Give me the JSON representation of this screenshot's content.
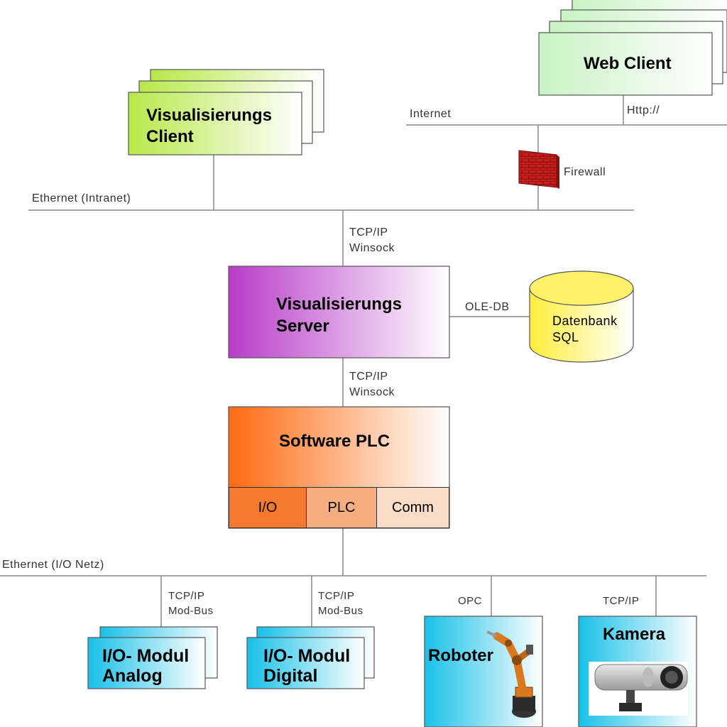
{
  "nodes": {
    "web_client": "Web Client",
    "vis_client": [
      "Visualisierungs",
      "Client"
    ],
    "vis_server": [
      "Visualisierungs",
      "Server"
    ],
    "database": [
      "Datenbank",
      "SQL"
    ],
    "software_plc": {
      "title": "Software PLC",
      "cells": [
        "I/O",
        "PLC",
        "Comm"
      ]
    },
    "io_analog": [
      "I/O- Modul",
      "Analog"
    ],
    "io_digital": [
      "I/O- Modul",
      "Digital"
    ],
    "robot": "Roboter",
    "camera": "Kamera"
  },
  "labels": {
    "internet": "Internet",
    "http": "Http://",
    "firewall": "Firewall",
    "ethernet_intranet": "Ethernet (Intranet)",
    "tcpip_winsock_1": [
      "TCP/IP",
      "Winsock"
    ],
    "ole_db": "OLE-DB",
    "tcpip_winsock_2": [
      "TCP/IP",
      "Winsock"
    ],
    "ethernet_io": "Ethernet (I/O Netz)",
    "tcpip_modbus_1": [
      "TCP/IP",
      "Mod-Bus"
    ],
    "tcpip_modbus_2": [
      "TCP/IP",
      "Mod-Bus"
    ],
    "opc": "OPC",
    "tcpip_camera": "TCP/IP"
  },
  "colors": {
    "web_client": "#c9f2c4",
    "vis_client": "#b8e84a",
    "vis_server": "#b83cc8",
    "database": "#ffee3a",
    "software_plc": "#ff6a10",
    "io_modules": "#18c0e8",
    "firewall": "#c81e1e",
    "lines": "#888888"
  }
}
